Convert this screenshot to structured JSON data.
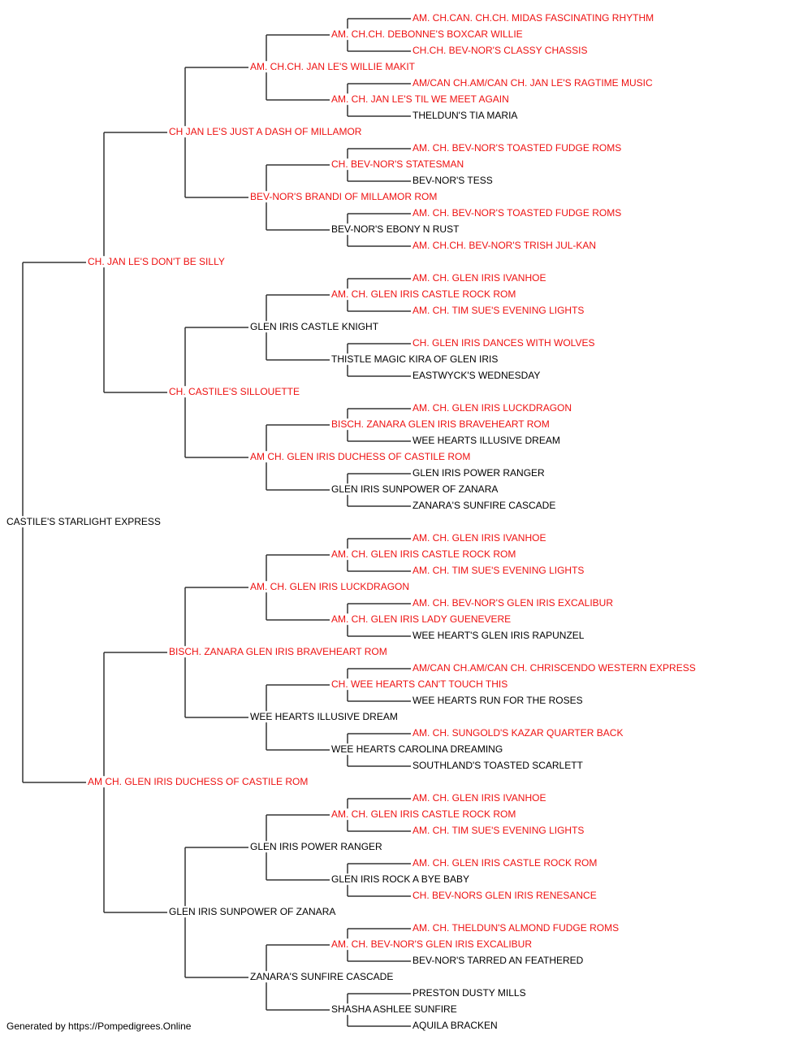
{
  "colors": {
    "titled": "#ee1111",
    "plain": "#000000",
    "line": "#333333"
  },
  "pedigree": {
    "name": "CASTILE'S STARLIGHT EXPRESS",
    "titled": false,
    "sire": {
      "name": "CH. JAN LE'S DON'T BE SILLY",
      "titled": true,
      "sire": {
        "name": "CH JAN LE'S JUST A DASH OF MILLAMOR",
        "titled": true,
        "sire": {
          "name": "AM. CH.CH. JAN LE'S WILLIE MAKIT",
          "titled": true,
          "sire": {
            "name": "AM. CH.CH. DEBONNE'S BOXCAR WILLIE",
            "titled": true,
            "sire": {
              "name": "AM. CH.CAN. CH.CH. MIDAS FASCINATING RHYTHM",
              "titled": true
            },
            "dam": {
              "name": "CH.CH. BEV-NOR'S CLASSY CHASSIS",
              "titled": true
            }
          },
          "dam": {
            "name": "AM. CH. JAN LE'S TIL WE MEET AGAIN",
            "titled": true,
            "sire": {
              "name": "AM/CAN CH.AM/CAN CH. JAN LE'S RAGTIME MUSIC",
              "titled": true
            },
            "dam": {
              "name": "THELDUN'S TIA MARIA",
              "titled": false
            }
          }
        },
        "dam": {
          "name": "BEV-NOR'S BRANDI OF MILLAMOR ROM",
          "titled": true,
          "sire": {
            "name": "CH. BEV-NOR'S STATESMAN",
            "titled": true,
            "sire": {
              "name": "AM. CH. BEV-NOR'S TOASTED FUDGE ROMS",
              "titled": true
            },
            "dam": {
              "name": "BEV-NOR'S TESS",
              "titled": false
            }
          },
          "dam": {
            "name": "BEV-NOR'S EBONY N RUST",
            "titled": false,
            "sire": {
              "name": "AM. CH. BEV-NOR'S TOASTED FUDGE ROMS",
              "titled": true
            },
            "dam": {
              "name": "AM. CH.CH. BEV-NOR'S TRISH JUL-KAN",
              "titled": true
            }
          }
        }
      },
      "dam": {
        "name": "CH. CASTILE'S SILLOUETTE",
        "titled": true,
        "sire": {
          "name": "GLEN IRIS CASTLE KNIGHT",
          "titled": false,
          "sire": {
            "name": "AM. CH. GLEN IRIS CASTLE ROCK ROM",
            "titled": true,
            "sire": {
              "name": "AM. CH. GLEN IRIS IVANHOE",
              "titled": true
            },
            "dam": {
              "name": "AM. CH. TIM SUE'S EVENING LIGHTS",
              "titled": true
            }
          },
          "dam": {
            "name": "THISTLE MAGIC KIRA OF GLEN IRIS",
            "titled": false,
            "sire": {
              "name": "CH. GLEN IRIS DANCES WITH WOLVES",
              "titled": true
            },
            "dam": {
              "name": "EASTWYCK'S WEDNESDAY",
              "titled": false
            }
          }
        },
        "dam": {
          "name": "AM CH. GLEN IRIS DUCHESS OF CASTILE ROM",
          "titled": true,
          "sire": {
            "name": "BISCH. ZANARA GLEN IRIS BRAVEHEART ROM",
            "titled": true,
            "sire": {
              "name": "AM. CH. GLEN IRIS LUCKDRAGON",
              "titled": true
            },
            "dam": {
              "name": "WEE HEARTS ILLUSIVE DREAM",
              "titled": false
            }
          },
          "dam": {
            "name": "GLEN IRIS SUNPOWER OF ZANARA",
            "titled": false,
            "sire": {
              "name": "GLEN IRIS POWER RANGER",
              "titled": false
            },
            "dam": {
              "name": "ZANARA'S SUNFIRE CASCADE",
              "titled": false
            }
          }
        }
      }
    },
    "dam": {
      "name": "AM CH. GLEN IRIS DUCHESS OF CASTILE ROM",
      "titled": true,
      "sire": {
        "name": "BISCH. ZANARA GLEN IRIS BRAVEHEART ROM",
        "titled": true,
        "sire": {
          "name": "AM. CH. GLEN IRIS LUCKDRAGON",
          "titled": true,
          "sire": {
            "name": "AM. CH. GLEN IRIS CASTLE ROCK ROM",
            "titled": true,
            "sire": {
              "name": "AM. CH. GLEN IRIS IVANHOE",
              "titled": true
            },
            "dam": {
              "name": "AM. CH. TIM SUE'S EVENING LIGHTS",
              "titled": true
            }
          },
          "dam": {
            "name": "AM. CH. GLEN IRIS LADY GUENEVERE",
            "titled": true,
            "sire": {
              "name": "AM. CH. BEV-NOR'S GLEN IRIS EXCALIBUR",
              "titled": true
            },
            "dam": {
              "name": "WEE HEART'S GLEN IRIS RAPUNZEL",
              "titled": false
            }
          }
        },
        "dam": {
          "name": "WEE HEARTS ILLUSIVE DREAM",
          "titled": false,
          "sire": {
            "name": "CH. WEE HEARTS CAN'T TOUCH THIS",
            "titled": true,
            "sire": {
              "name": "AM/CAN CH.AM/CAN CH. CHRISCENDO WESTERN EXPRESS",
              "titled": true
            },
            "dam": {
              "name": "WEE HEARTS RUN FOR THE ROSES",
              "titled": false
            }
          },
          "dam": {
            "name": "WEE HEARTS CAROLINA DREAMING",
            "titled": false,
            "sire": {
              "name": "AM. CH. SUNGOLD'S KAZAR QUARTER BACK",
              "titled": true
            },
            "dam": {
              "name": "SOUTHLAND'S TOASTED SCARLETT",
              "titled": false
            }
          }
        }
      },
      "dam": {
        "name": "GLEN IRIS SUNPOWER OF ZANARA",
        "titled": false,
        "sire": {
          "name": "GLEN IRIS POWER RANGER",
          "titled": false,
          "sire": {
            "name": "AM. CH. GLEN IRIS CASTLE ROCK ROM",
            "titled": true,
            "sire": {
              "name": "AM. CH. GLEN IRIS IVANHOE",
              "titled": true
            },
            "dam": {
              "name": "AM. CH. TIM SUE'S EVENING LIGHTS",
              "titled": true
            }
          },
          "dam": {
            "name": "GLEN IRIS ROCK A BYE BABY",
            "titled": false,
            "sire": {
              "name": "AM. CH. GLEN IRIS CASTLE ROCK ROM",
              "titled": true
            },
            "dam": {
              "name": "CH. BEV-NORS GLEN IRIS RENESANCE",
              "titled": true
            }
          }
        },
        "dam": {
          "name": "ZANARA'S SUNFIRE CASCADE",
          "titled": false,
          "sire": {
            "name": "AM. CH. BEV-NOR'S GLEN IRIS EXCALIBUR",
            "titled": true,
            "sire": {
              "name": "AM. CH. THELDUN'S ALMOND FUDGE ROMS",
              "titled": true
            },
            "dam": {
              "name": "BEV-NOR'S TARRED AN FEATHERED",
              "titled": false
            }
          },
          "dam": {
            "name": "SHASHA ASHLEE SUNFIRE",
            "titled": false,
            "sire": {
              "name": "PRESTON DUSTY MILLS",
              "titled": false
            },
            "dam": {
              "name": "AQUILA BRACKEN",
              "titled": false
            }
          }
        }
      }
    }
  },
  "footer": {
    "text": "Generated by https://Pompedigrees.Online"
  }
}
